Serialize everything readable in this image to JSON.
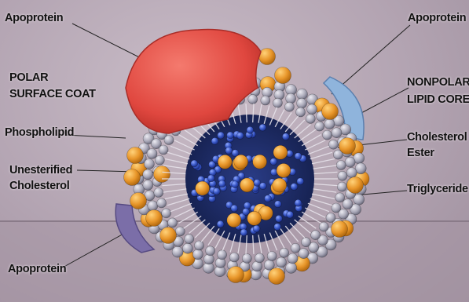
{
  "labels_left": {
    "apoprotein_top": "Apoprotein",
    "polar_line1": "POLAR",
    "polar_line2": "SURFACE COAT",
    "phospholipid": "Phospholipid",
    "unesterified_line1": "Unesterified",
    "unesterified_line2": "Cholesterol",
    "apoprotein_bottom": "Apoprotein"
  },
  "labels_right": {
    "apoprotein_top": "Apoprotein",
    "nonpolar_line1": "NONPOLAR",
    "nonpolar_line2": "LIPID CORE",
    "cholesterol_line1": "Cholesterol",
    "cholesterol_line2": "Ester",
    "triglyceride": "Triglyceride"
  },
  "colors": {
    "apoprotein_red": "#e8564f",
    "apoprotein_blue": "#8fb4dc",
    "apoprotein_purple": "#7b6ea8",
    "phospholipid_head": "#a9a9b8",
    "cholesterol_orange": "#e89a2c",
    "core_blue": "#2f4fb0",
    "core_background": "#1e2f6e"
  }
}
